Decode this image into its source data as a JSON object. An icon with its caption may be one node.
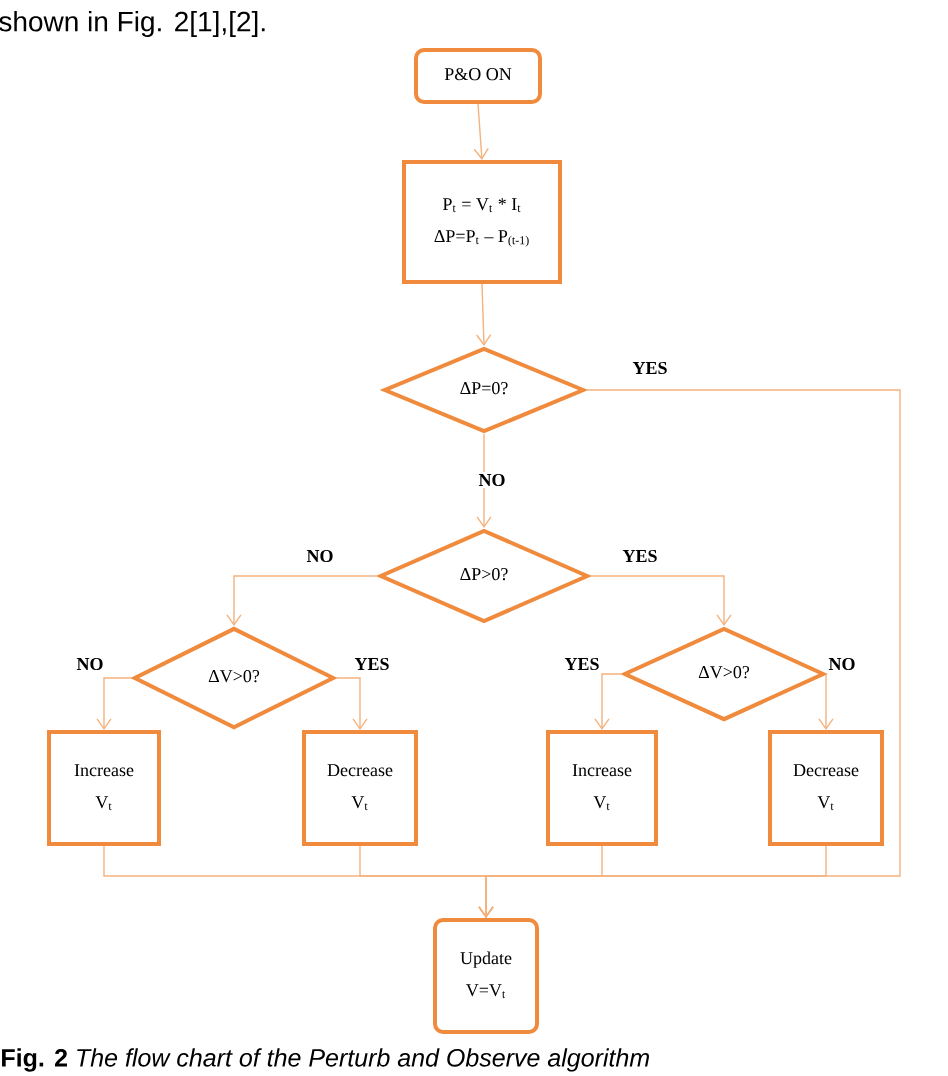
{
  "diagram": {
    "caption": "**Fig. 2** *The flow chart of the Perturb and Observe algorithm*",
    "nodes": [
      {
        "text": [
          "P&O ON"
        ]
      },
      {
        "text": [
          "P$_{t}$ = V$_{t}$ * I$_{t}$",
          "ΔP=P$_{t}$ – P$_{(t-1)}$"
        ]
      },
      {
        "text": [
          "ΔP=0?"
        ]
      },
      {
        "text": [
          "ΔP>0?"
        ]
      },
      {
        "text": [
          "ΔV>0?"
        ]
      },
      {
        "text": [
          "ΔV>0?"
        ]
      },
      {
        "text": [
          "Increase",
          "V$_{t}$"
        ]
      },
      {
        "text": [
          "Decrease",
          "V$_{t}$"
        ]
      },
      {
        "text": [
          "Increase",
          "V$_{t}$"
        ]
      },
      {
        "text": [
          "Decrease",
          "V$_{t}$"
        ]
      },
      {
        "text": [
          "Update",
          "V=V$_{t}$"
        ]
      }
    ],
    "edges": [
      {
        "from": 0,
        "to": 1,
        "arrow": "to"
      },
      {
        "from": 1,
        "to": 2,
        "arrow": "to"
      },
      {
        "from": 2,
        "to": 3,
        "arrow": "to",
        "label": "NO"
      },
      {
        "from": 2,
        "to": 10,
        "arrow": "to",
        "label": "YES"
      },
      {
        "from": 3,
        "to": 4,
        "arrow": "to",
        "label": "NO"
      },
      {
        "from": 3,
        "to": 5,
        "arrow": "to",
        "label": "YES"
      },
      {
        "from": 4,
        "to": 6,
        "arrow": "to",
        "label": "NO"
      },
      {
        "from": 4,
        "to": 7,
        "arrow": "to",
        "label": "YES"
      },
      {
        "from": 5,
        "to": 8,
        "arrow": "to",
        "label": "YES"
      },
      {
        "from": 5,
        "to": 9,
        "arrow": "to",
        "label": "NO"
      },
      {
        "from": 6,
        "to": 10,
        "arrow": "to"
      },
      {
        "from": 7,
        "to": 10,
        "arrow": "to"
      },
      {
        "from": 8,
        "to": 10,
        "arrow": "to"
      },
      {
        "from": 9,
        "to": 10,
        "arrow": "to"
      }
    ],
    "labels": [
      "shown in Fig. 2[1],[2]."
    ]
  }
}
